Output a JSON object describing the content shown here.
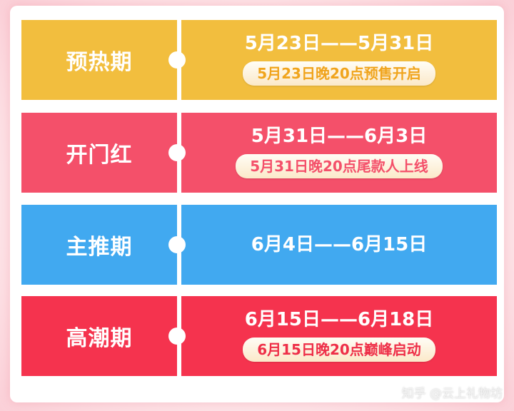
{
  "phases": [
    {
      "label": "预热期",
      "date_range": "5月23日——5月31日",
      "event": "5月23日晚20点预售开启",
      "color": "#f2be3e",
      "event_text_color": "#f0a41c"
    },
    {
      "label": "开门红",
      "date_range": "5月31日——6月3日",
      "event": "5月31日晚20点尾款人上线",
      "color": "#f4506a",
      "event_text_color": "#f4506a"
    },
    {
      "label": "主推期",
      "date_range": "6月4日——6月15日",
      "event": "",
      "color": "#41a9f0",
      "event_text_color": "#41a9f0"
    },
    {
      "label": "高潮期",
      "date_range": "6月15日——6月18日",
      "event": "6月15日晚20点巅峰启动",
      "color": "#f5334e",
      "event_text_color": "#ee2f48"
    }
  ],
  "watermark": "知乎 @云上礼物坊"
}
